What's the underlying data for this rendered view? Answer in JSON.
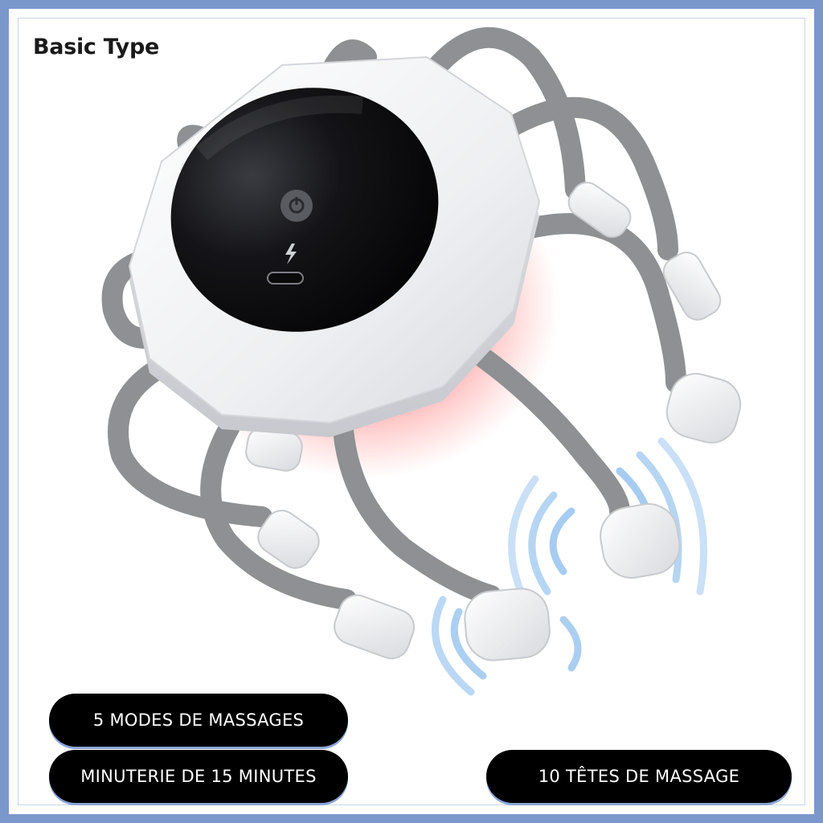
{
  "title": "Basic Type",
  "features": {
    "modes": "5 MODES DE MASSAGES",
    "timer": "MINUTERIE DE 15 MINUTES",
    "heads": "10 TÊTES DE MASSAGE"
  },
  "product": {
    "display_icons": [
      "power-icon",
      "lightning-icon",
      "usb-c-port-icon"
    ]
  },
  "colors": {
    "frame": "#7b98cc",
    "body": "#f2f2f4",
    "screen": "#111114",
    "arm": "#8e9093",
    "glow": "#ff3b3b",
    "vibration": "#9cc7ef",
    "pill": "#000000"
  }
}
